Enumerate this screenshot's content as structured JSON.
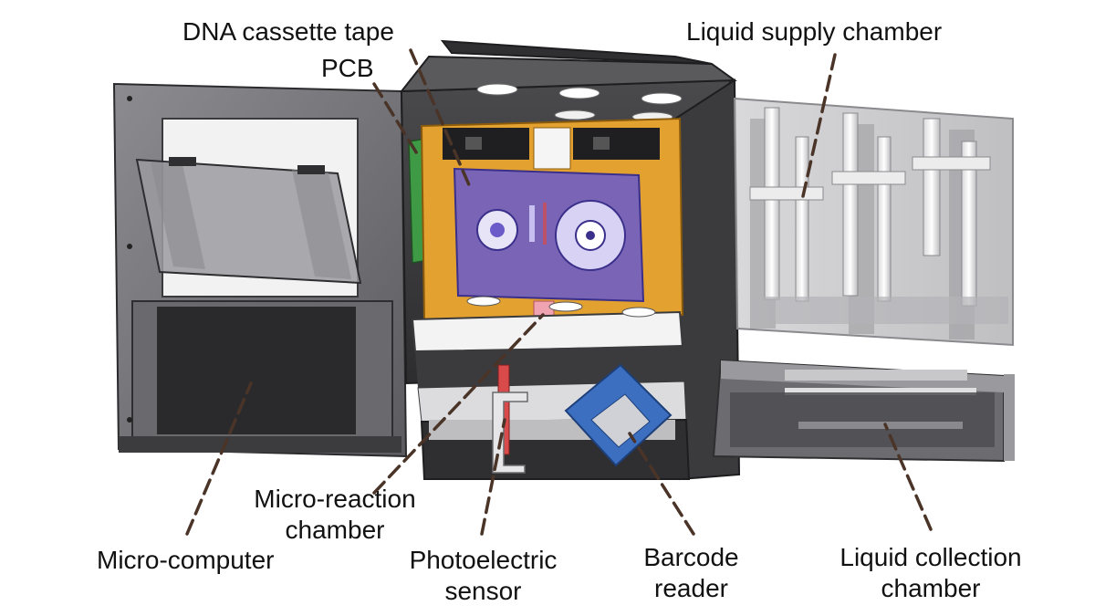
{
  "labels": {
    "dna_cassette_tape": "DNA cassette tape",
    "pcb": "PCB",
    "liquid_supply_chamber": "Liquid supply chamber",
    "micro_reaction_chamber": [
      "Micro-reaction",
      "chamber"
    ],
    "micro_computer": "Micro-computer",
    "photoelectric_sensor": [
      "Photoelectric",
      "sensor"
    ],
    "barcode_reader": [
      "Barcode",
      "reader"
    ],
    "liquid_collection_chamber": [
      "Liquid collection",
      "chamber"
    ]
  },
  "colors": {
    "housing_dark": "#3a3a3c",
    "housing_mid": "#6b6b6e",
    "pcb_green": "#3f9a45",
    "bracket_orange": "#e3a12f",
    "cassette_purple": "#6b5bc9",
    "barcode_blue": "#3d6fc0",
    "sensor_red": "#d94a4a",
    "leader_line": "#4a3428"
  }
}
